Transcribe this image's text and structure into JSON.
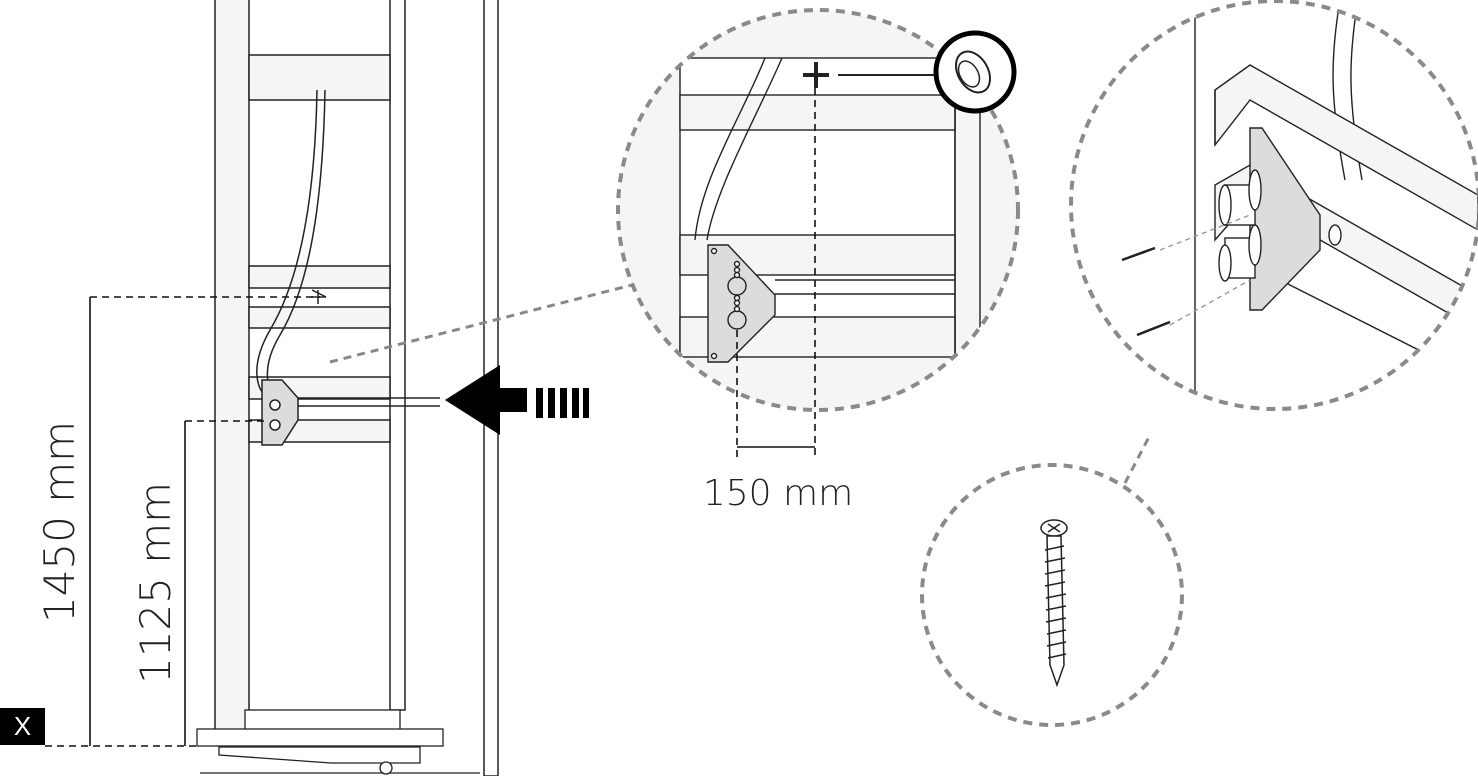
{
  "labels": {
    "height_outlet": "1450 mm",
    "height_bracket": "1125 mm",
    "spacing": "150 mm",
    "floor_reference": "X"
  },
  "colors": {
    "line": "#222222",
    "wood_fill": "#f4f5f4",
    "bracket_fill": "#dcdcdc",
    "detail_circle": "#8a8a8a",
    "arrow": "#000000"
  },
  "icons": [
    "arrow-left-icon",
    "sealing-ring-icon",
    "screw-icon",
    "plus-marker-icon"
  ]
}
